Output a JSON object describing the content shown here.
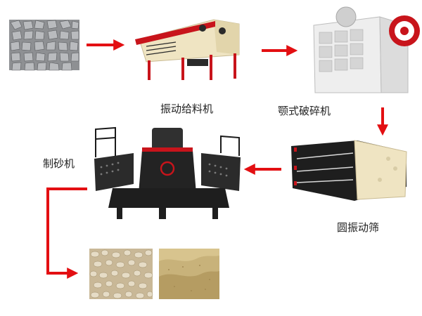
{
  "diagram": {
    "nodes": [
      {
        "id": "raw-stone",
        "label": ""
      },
      {
        "id": "vibrating-feeder",
        "label": "振动给料机"
      },
      {
        "id": "jaw-crusher",
        "label": "颚式破碎机"
      },
      {
        "id": "circular-vibrating-screen",
        "label": "圆振动筛"
      },
      {
        "id": "sand-making-machine",
        "label": "制砂机"
      },
      {
        "id": "product-gravel",
        "label": ""
      },
      {
        "id": "product-sand",
        "label": ""
      }
    ],
    "edges": [
      {
        "from": "raw-stone",
        "to": "vibrating-feeder"
      },
      {
        "from": "vibrating-feeder",
        "to": "jaw-crusher"
      },
      {
        "from": "jaw-crusher",
        "to": "circular-vibrating-screen"
      },
      {
        "from": "circular-vibrating-screen",
        "to": "sand-making-machine"
      },
      {
        "from": "sand-making-machine",
        "to": "product-gravel"
      }
    ],
    "colors": {
      "arrow": "#e30f12",
      "machine_cream": "#efe4c2",
      "machine_dark": "#2a2a2a",
      "accent_red": "#c8141b"
    }
  }
}
